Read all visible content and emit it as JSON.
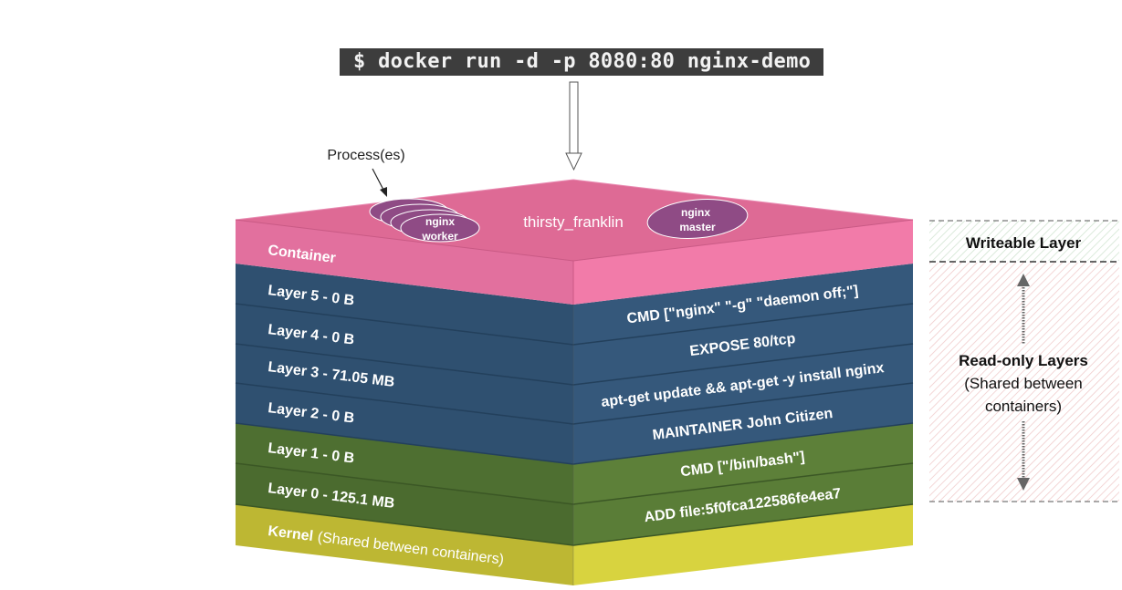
{
  "command": "$ docker run -d -p 8080:80 nginx-demo",
  "processes_label": "Process(es)",
  "container": {
    "name": "thirsty_franklin",
    "label": "Container",
    "worker": [
      "nginx",
      "worker"
    ],
    "master": [
      "nginx",
      "master"
    ]
  },
  "layers": [
    {
      "left": "Layer 5 - 0 B",
      "right": "CMD [\"nginx\" \"-g\" \"daemon off;\"]"
    },
    {
      "left": "Layer 4 - 0 B",
      "right": "EXPOSE 80/tcp"
    },
    {
      "left": "Layer 3 - 71.05 MB",
      "right": "apt-get update && apt-get -y install nginx"
    },
    {
      "left": "Layer 2 - 0 B",
      "right": "MAINTAINER John Citizen"
    },
    {
      "left": "Layer 1 - 0 B",
      "right": "CMD [\"/bin/bash\"]"
    },
    {
      "left": "Layer 0 - 125.1 MB",
      "right": "ADD file:5f0fca122586fe4ea7"
    }
  ],
  "kernel": {
    "label": "Kernel",
    "note": "(Shared between containers)"
  },
  "legend": {
    "writeable": "Writeable Layer",
    "readonly_title": "Read-only Layers",
    "readonly_note_1": "(Shared between",
    "readonly_note_2": "containers)"
  },
  "colors": {
    "container_front": "#e36f9e",
    "container_top": "#dd6a94",
    "container_right": "#f17aa8",
    "image_layer_front": "#2e4f6e",
    "image_layer_right": "#34577a",
    "base_layer_front": "#4a6b2e",
    "base_layer_right": "#587c36",
    "kernel_front": "#b9b333",
    "kernel_right": "#d4d040",
    "process_fill": "#8e4a84",
    "command_bg": "#3d3d3d"
  }
}
